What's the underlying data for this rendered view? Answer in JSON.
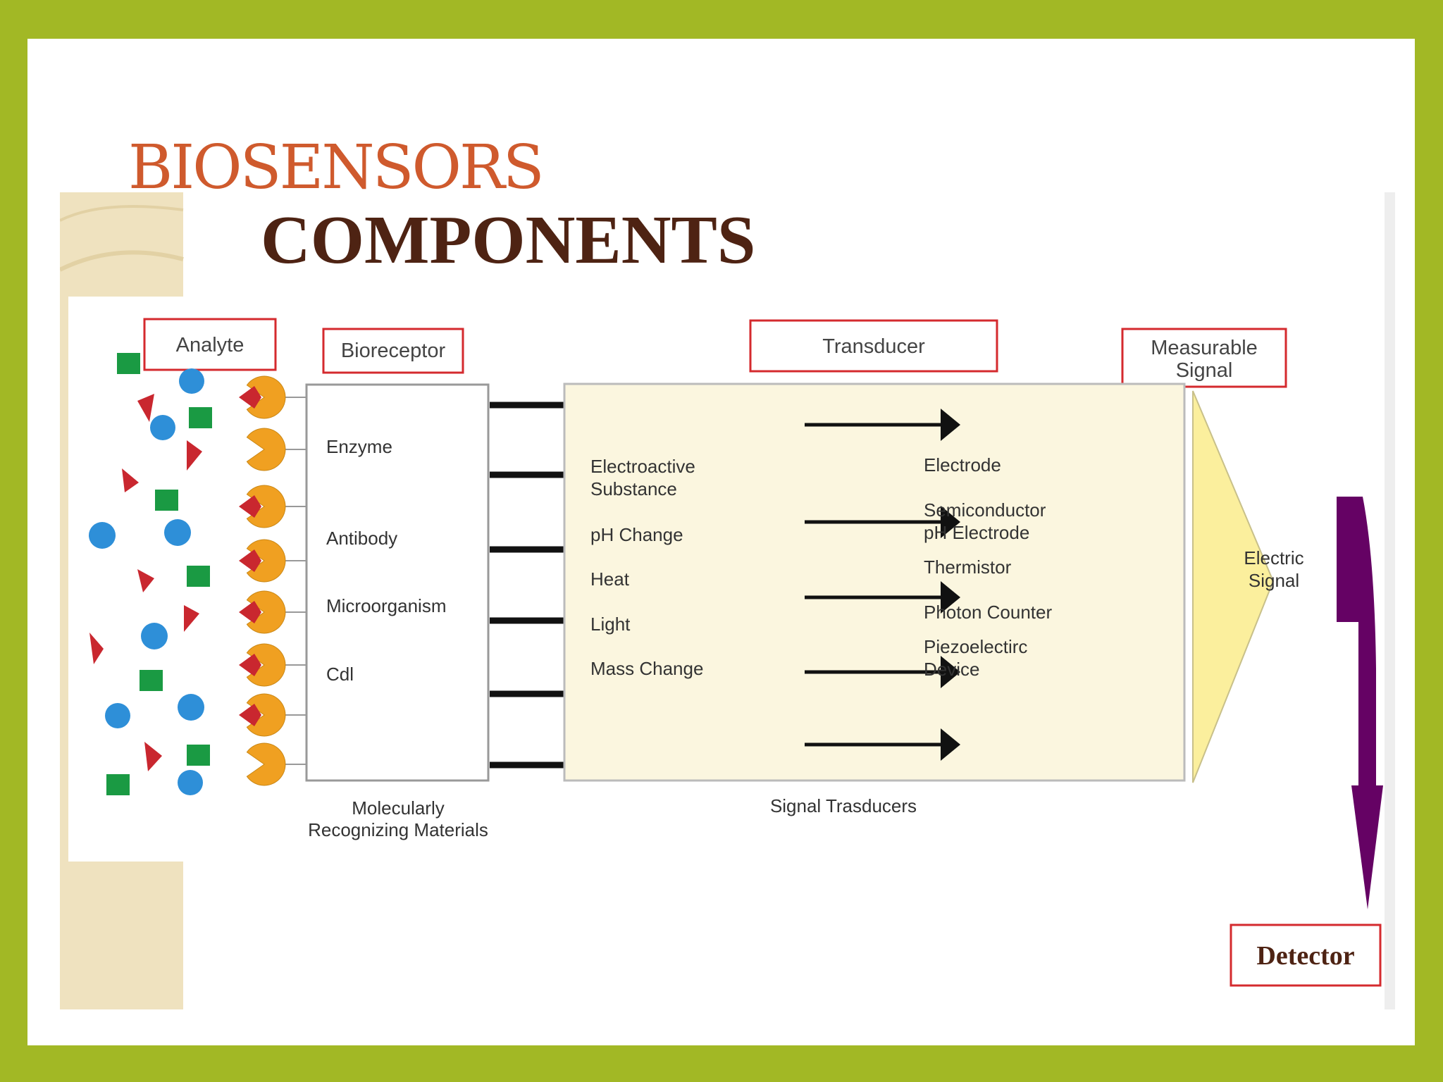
{
  "slide": {
    "title": "BIOSENSORS"
  },
  "figure": {
    "heading": "COMPONENTS",
    "stage_labels": {
      "analyte": "Analyte",
      "bioreceptor": "Bioreceptor",
      "transducer": "Transducer",
      "measurable_signal_line1": "Measurable",
      "measurable_signal_line2": "Signal",
      "detector": "Detector"
    },
    "bioreceptor_items": [
      "Enzyme",
      "Antibody",
      "Microorganism",
      "Cdl"
    ],
    "bioreceptor_caption_line1": "Molecularly",
    "bioreceptor_caption_line2": "Recognizing Materials",
    "transducer_inputs": [
      {
        "line1": "Electroactive",
        "line2": "Substance"
      },
      {
        "line1": "pH Change",
        "line2": ""
      },
      {
        "line1": "Heat",
        "line2": ""
      },
      {
        "line1": "Light",
        "line2": ""
      },
      {
        "line1": "Mass Change",
        "line2": ""
      }
    ],
    "transducer_outputs": [
      {
        "line1": "Electrode",
        "line2": ""
      },
      {
        "line1": "Semiconductor",
        "line2": "pH Electrode"
      },
      {
        "line1": "Thermistor",
        "line2": ""
      },
      {
        "line1": "Photon Counter",
        "line2": ""
      },
      {
        "line1": "Piezoelectirc",
        "line2": "Device"
      }
    ],
    "transducer_caption": "Signal Trasducers",
    "signal_line1": "Electric",
    "signal_line2": "Signal",
    "colors": {
      "title": "#cf5a2d",
      "frame": "#a2b825",
      "heading": "#4e2313",
      "label_box_border": "#d42a2e",
      "transducer_fill": "#fbf6df",
      "signal_triangle": "#fbef9d",
      "detector_arrow": "#650264",
      "receptor": "#f0a021",
      "analyte_square": "#1a9a43",
      "analyte_circle": "#2e8fd8",
      "analyte_wedge": "#c9272f"
    }
  }
}
